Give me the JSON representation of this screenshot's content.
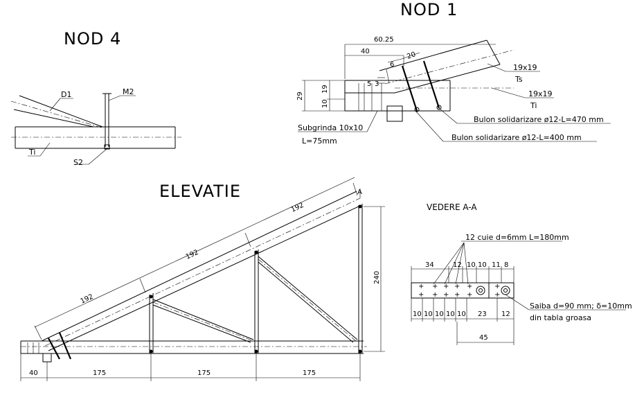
{
  "titles": {
    "nod1": "NOD 1",
    "nod4": "NOD 4",
    "elevatie": "ELEVATIE",
    "vedere": "VEDERE A-A"
  },
  "nod1": {
    "dims": {
      "d6025": "60.25",
      "d40": "40",
      "d20": "20",
      "d6": "6",
      "d5": "5",
      "d3": "3",
      "d29": "29",
      "d19": "19",
      "d10": "10"
    },
    "labels": {
      "ts_size": "19x19",
      "ts_name": "Ts",
      "ti_size": "19x19",
      "ti_name": "Ti",
      "bulon1": "Bulon solidarizare ø12-L=470 mm",
      "bulon2": "Bulon solidarizare ø12-L=400 mm",
      "subgrinda1": "Subgrinda 10x10",
      "subgrinda2": "L=75mm"
    }
  },
  "nod4": {
    "labels": {
      "d1": "D1",
      "m2": "M2",
      "ti": "Ti",
      "s2": "S2"
    }
  },
  "elevatie": {
    "top_dims": [
      "192",
      "192",
      "192"
    ],
    "height_dim": "240",
    "bottom_dims": [
      "40",
      "175",
      "175",
      "175"
    ],
    "ridge_mark": "A"
  },
  "vedere": {
    "note_cuie": "12 cuie d=6mm L=180mm",
    "top_dims": [
      "34",
      "12",
      "10",
      "10",
      "11",
      "8"
    ],
    "bottom_dims": [
      "10",
      "10",
      "10",
      "10",
      "10",
      "23",
      "12"
    ],
    "overall_dim": "45",
    "saiba1": "Saiba d=90 mm; δ=10mm",
    "saiba2": "din tabla groasa"
  }
}
